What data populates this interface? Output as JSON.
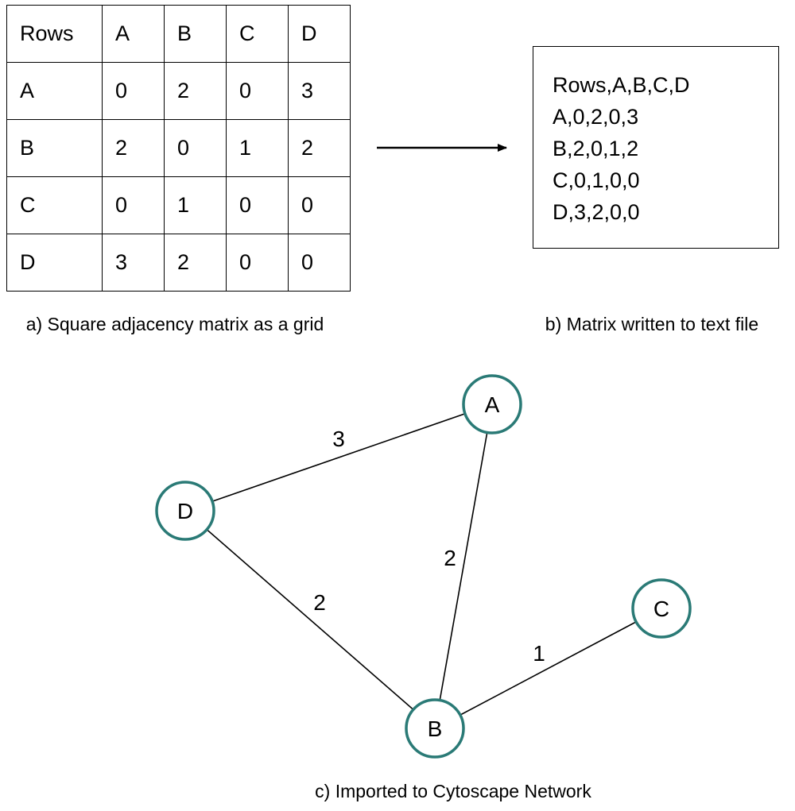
{
  "matrix": {
    "header": [
      "Rows",
      "A",
      "B",
      "C",
      "D"
    ],
    "rows": [
      [
        "A",
        "0",
        "2",
        "0",
        "3"
      ],
      [
        "B",
        "2",
        "0",
        "1",
        "2"
      ],
      [
        "C",
        "0",
        "1",
        "0",
        "0"
      ],
      [
        "D",
        "3",
        "2",
        "0",
        "0"
      ]
    ]
  },
  "captions": {
    "a": "a) Square adjacency matrix as a grid",
    "b": "b) Matrix written to text file",
    "c": "c) Imported to Cytoscape Network"
  },
  "text_file": {
    "lines": [
      "Rows,A,B,C,D",
      "A,0,2,0,3",
      "B,2,0,1,2",
      "C,0,1,0,0",
      "D,3,2,0,0"
    ]
  },
  "network": {
    "node_color": "#2a7a76",
    "nodes": [
      "A",
      "B",
      "C",
      "D"
    ],
    "edges": [
      {
        "source": "D",
        "target": "A",
        "weight": "3"
      },
      {
        "source": "A",
        "target": "B",
        "weight": "2"
      },
      {
        "source": "D",
        "target": "B",
        "weight": "2"
      },
      {
        "source": "B",
        "target": "C",
        "weight": "1"
      }
    ]
  }
}
